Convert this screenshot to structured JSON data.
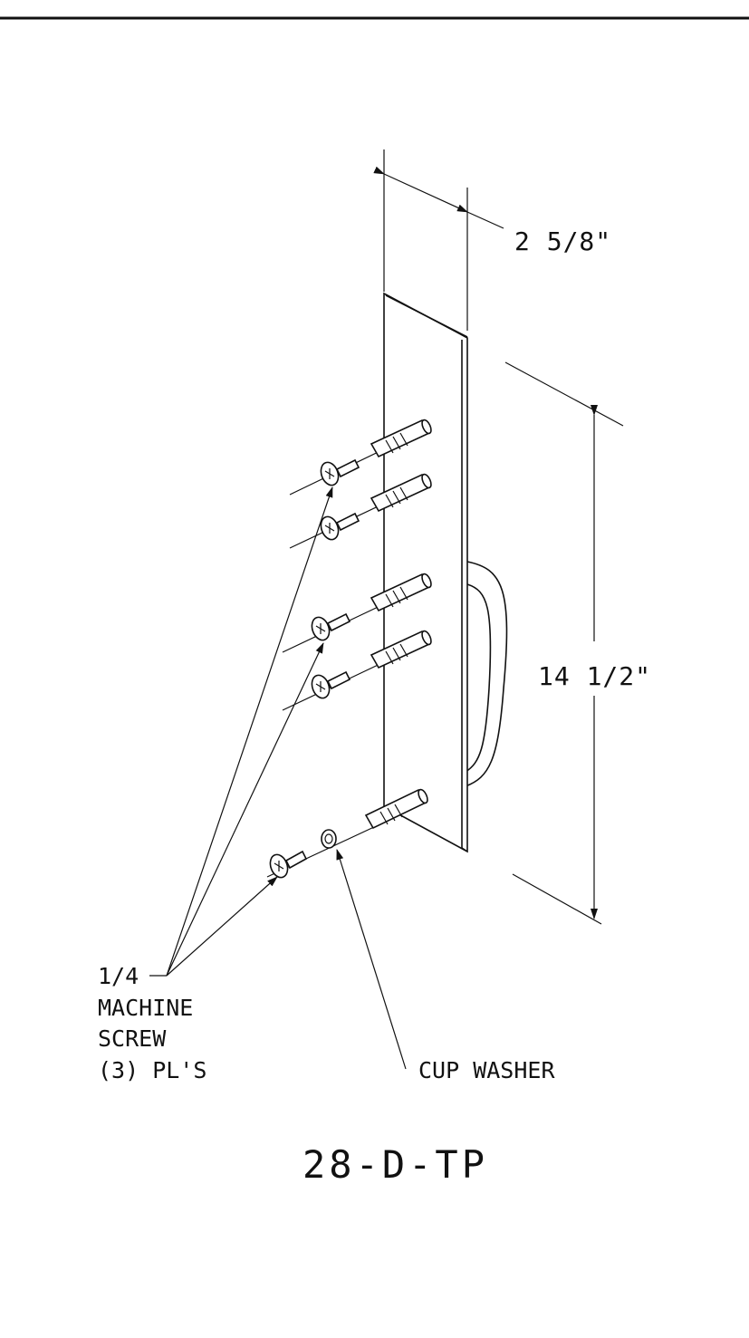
{
  "dimensions": {
    "width": "2 5/8\"",
    "height": "14 1/2\""
  },
  "labels": {
    "screw_line1": "1/4",
    "screw_line2": "MACHINE",
    "screw_line3": "SCREW",
    "screw_line4": "(3) PL'S",
    "washer": "CUP WASHER"
  },
  "part_number": "28-D-TP"
}
